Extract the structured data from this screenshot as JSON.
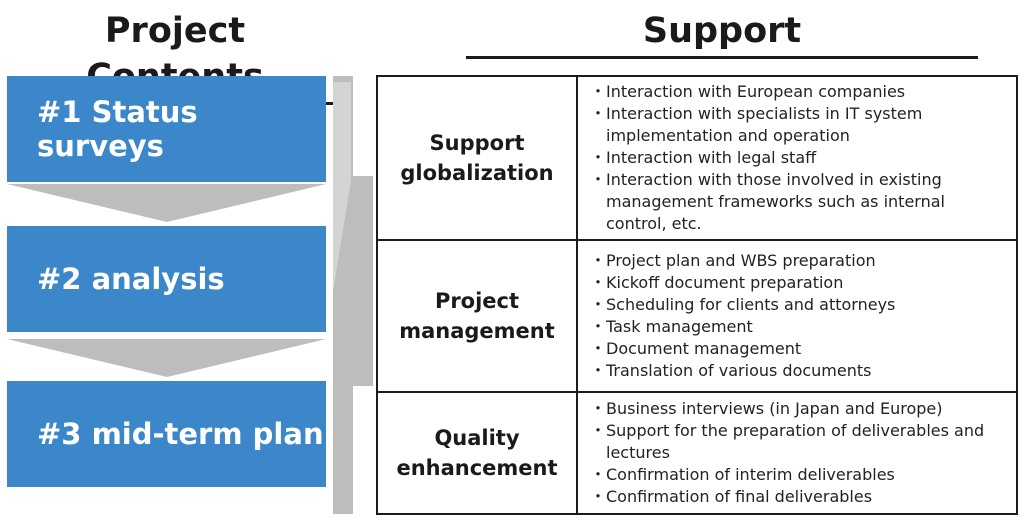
{
  "left_heading": "Project Contents",
  "right_heading": "Support",
  "steps": [
    {
      "label": "#1 Status surveys"
    },
    {
      "label": "#2 analysis"
    },
    {
      "label": "#3 mid-term plan"
    }
  ],
  "colors": {
    "step_fill": "#3b87c9",
    "arrow_fill": "#bdbdbd",
    "border": "#1a1a1a"
  },
  "bullet_glyph": "・",
  "support": [
    {
      "category_lines": [
        "Support",
        "globalization"
      ],
      "items": [
        "Interaction with European companies",
        "Interaction with specialists in IT system implementation and operation",
        "Interaction with legal staff",
        "Interaction with those involved in existing management frameworks such as internal control, etc."
      ]
    },
    {
      "category_lines": [
        "Project",
        "management"
      ],
      "items": [
        "Project plan and WBS preparation",
        "Kickoff document preparation",
        "Scheduling for clients and attorneys",
        "Task management",
        "Document management",
        "Translation of various documents"
      ]
    },
    {
      "category_lines": [
        "Quality",
        "enhancement"
      ],
      "items": [
        "Business interviews (in Japan and Europe)",
        "Support for the preparation of deliverables and lectures",
        "Confirmation of interim deliverables",
        "Confirmation of final deliverables"
      ]
    }
  ]
}
